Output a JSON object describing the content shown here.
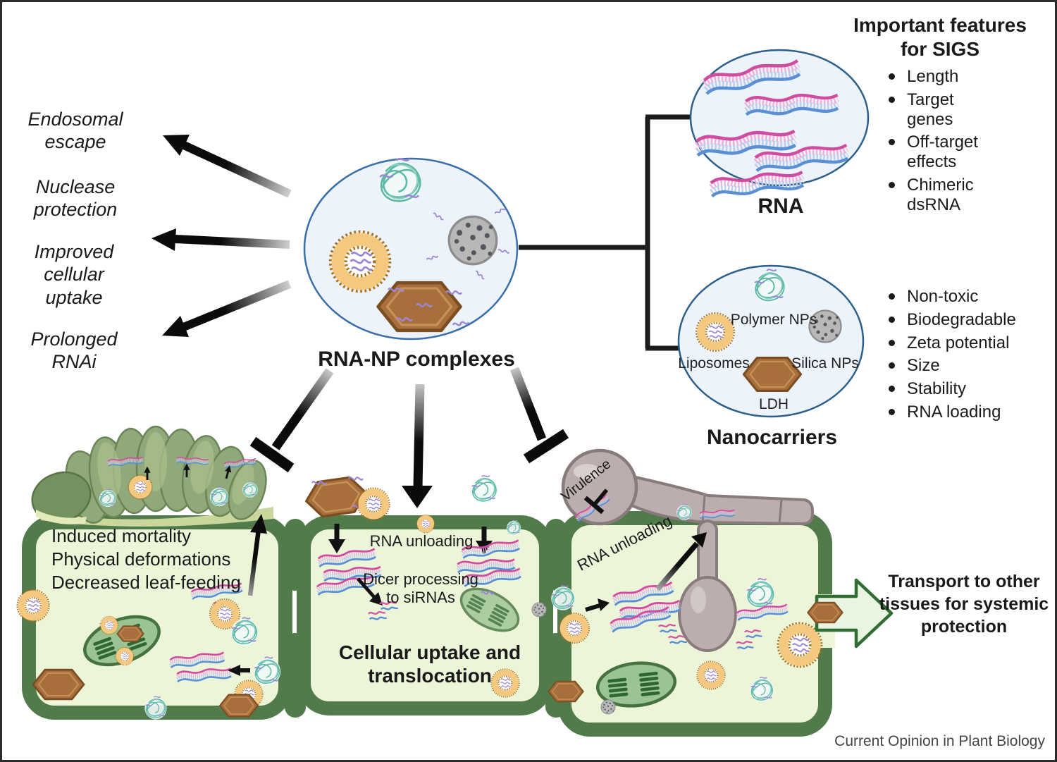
{
  "benefits": [
    "Endosomal escape",
    "Nuclease protection",
    "Improved cellular uptake",
    "Prolonged RNAi"
  ],
  "center_label": "RNA-NP complexes",
  "rna_section": {
    "label": "RNA",
    "title": "Important features for SIGS",
    "features": [
      "Length",
      "Target genes",
      "Off-target effects",
      "Chimeric dsRNA"
    ]
  },
  "nano_section": {
    "label": "Nanocarriers",
    "items": {
      "polymer": "Polymer NPs",
      "liposome": "Liposomes",
      "silica": "Silica NPs",
      "ldh": "LDH"
    },
    "properties": [
      "Non-toxic",
      "Biodegradable",
      "Zeta potential",
      "Size",
      "Stability",
      "RNA loading"
    ]
  },
  "cell1": {
    "lines": [
      "Induced mortality",
      "Physical deformations",
      "Decreased leaf-feeding"
    ]
  },
  "cell2": {
    "rna_unloading": "RNA unloading",
    "dicer": "Dicer processing to siRNAs",
    "title": "Cellular uptake and translocation"
  },
  "cell3": {
    "rna_unloading": "RNA unloading",
    "virulence": "Virulence"
  },
  "transport_label": "Transport to other tissues for systemic protection",
  "credit": "Current Opinion in Plant Biology",
  "colors": {
    "cell_fill": "#edf5d9",
    "cell_wall": "#527b4b",
    "ellipse_fill": "#edf3fa",
    "ellipse_stroke": "#3a6ea8",
    "rna_pink": "#cf4da0",
    "rna_blue": "#5a8fd3",
    "liposome_orange": "#f4c87e",
    "ldh_brown": "#a86f3c",
    "polymer_teal": "#5fb9a8",
    "silica_gray": "#b8b8b6",
    "fungus_mauve": "#bcaeae",
    "arrow_black": "#111111",
    "transport_fill": "#e9f5e1",
    "transport_stroke": "#2f6d33"
  }
}
